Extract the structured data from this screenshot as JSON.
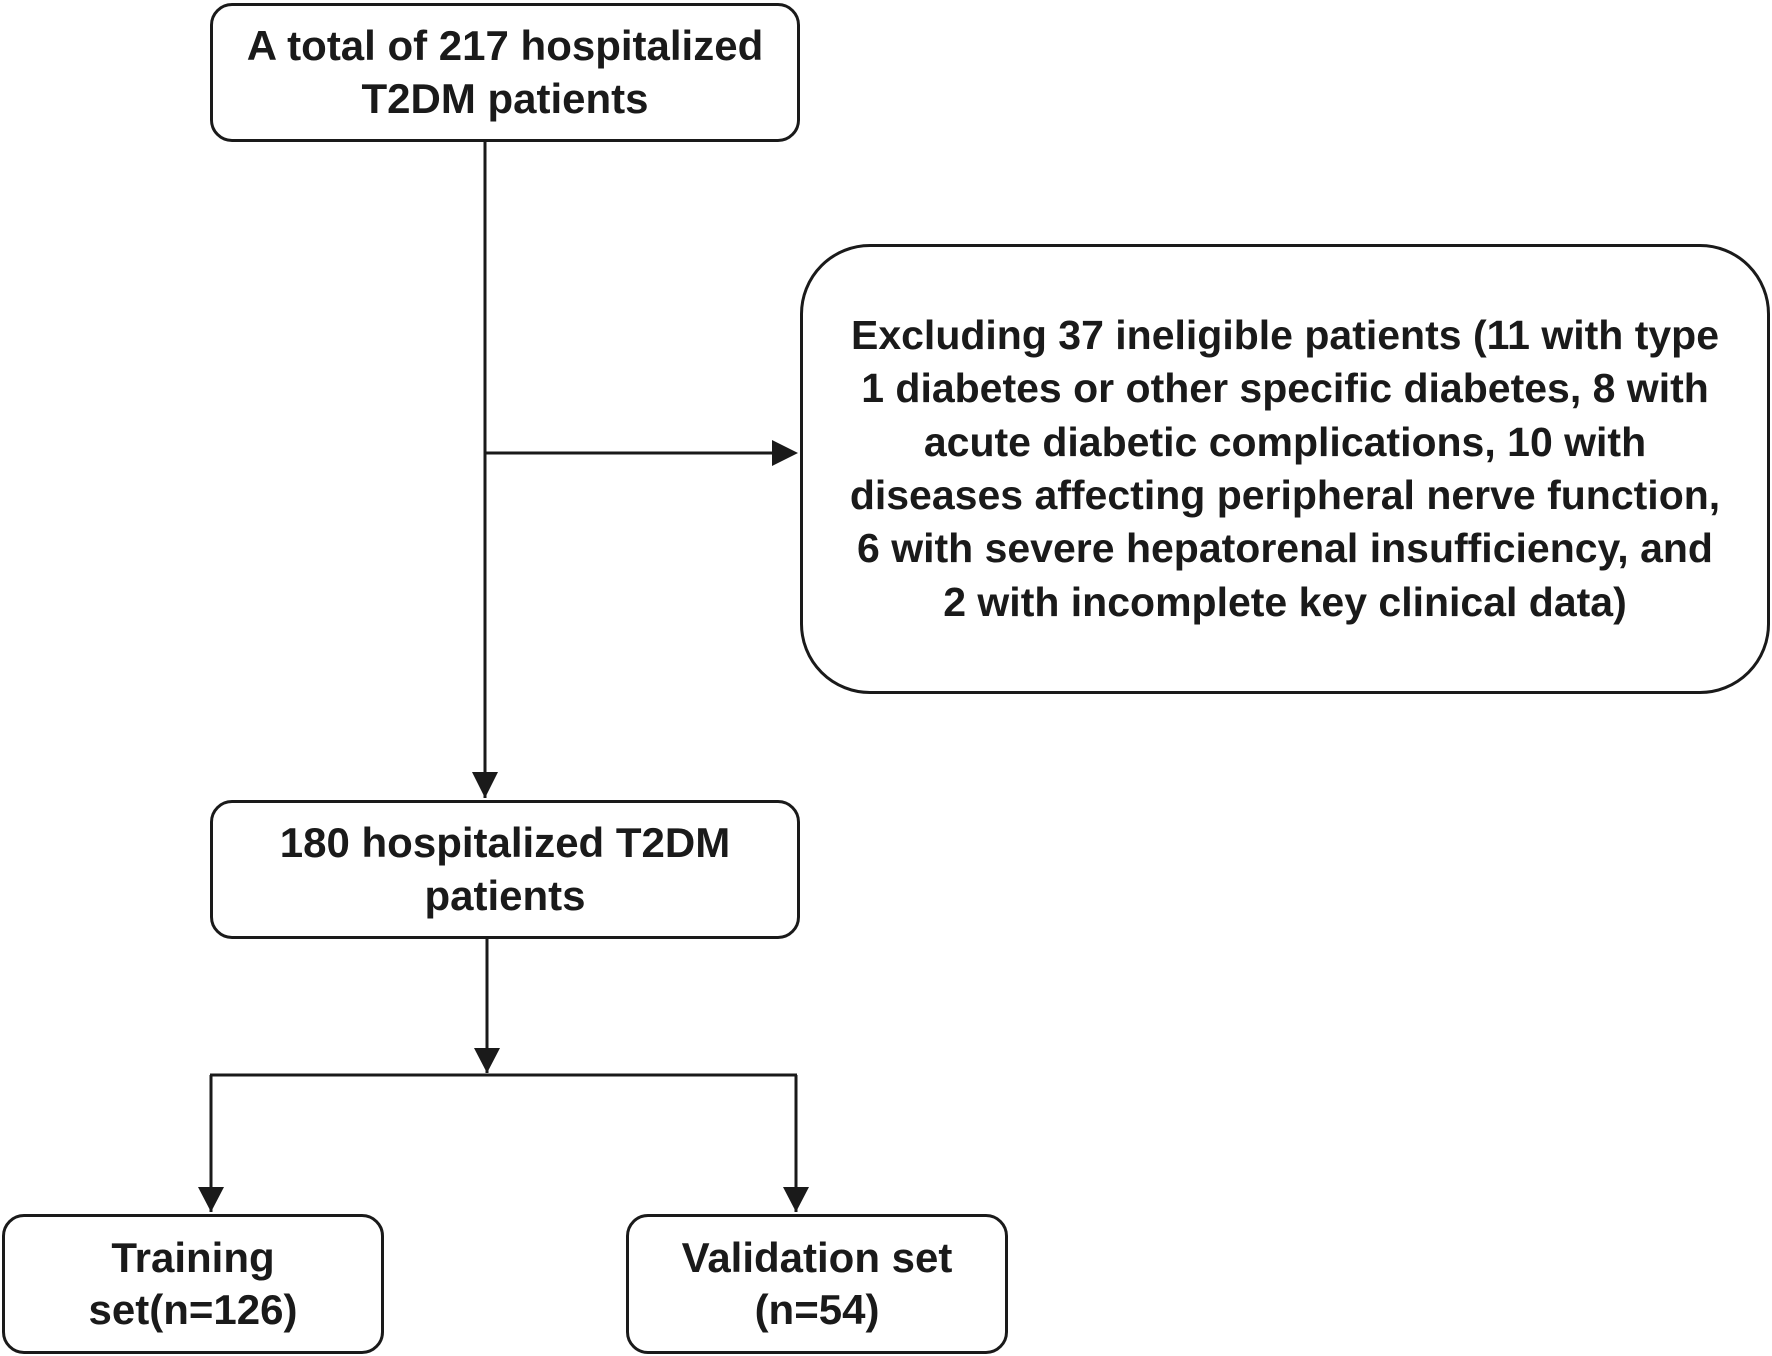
{
  "flowchart": {
    "total": {
      "lines": [
        "A total of 217 hospitalized",
        "T2DM patients"
      ]
    },
    "exclusion": {
      "lines": [
        "Excluding 37 ineligible patients (11 with type",
        "1 diabetes or other specific diabetes, 8 with",
        "acute diabetic complications, 10 with",
        "diseases affecting peripheral nerve function,",
        "6 with severe hepatorenal insufficiency, and",
        "2 with incomplete key clinical data)"
      ]
    },
    "eligible": {
      "lines": [
        "180 hospitalized T2DM",
        "patients"
      ]
    },
    "training": {
      "lines": [
        "Training",
        "set(n=126)"
      ]
    },
    "validation": {
      "lines": [
        "Validation set",
        "(n=54)"
      ]
    }
  },
  "colors": {
    "stroke": "#1a1a1a",
    "background": "#ffffff"
  }
}
